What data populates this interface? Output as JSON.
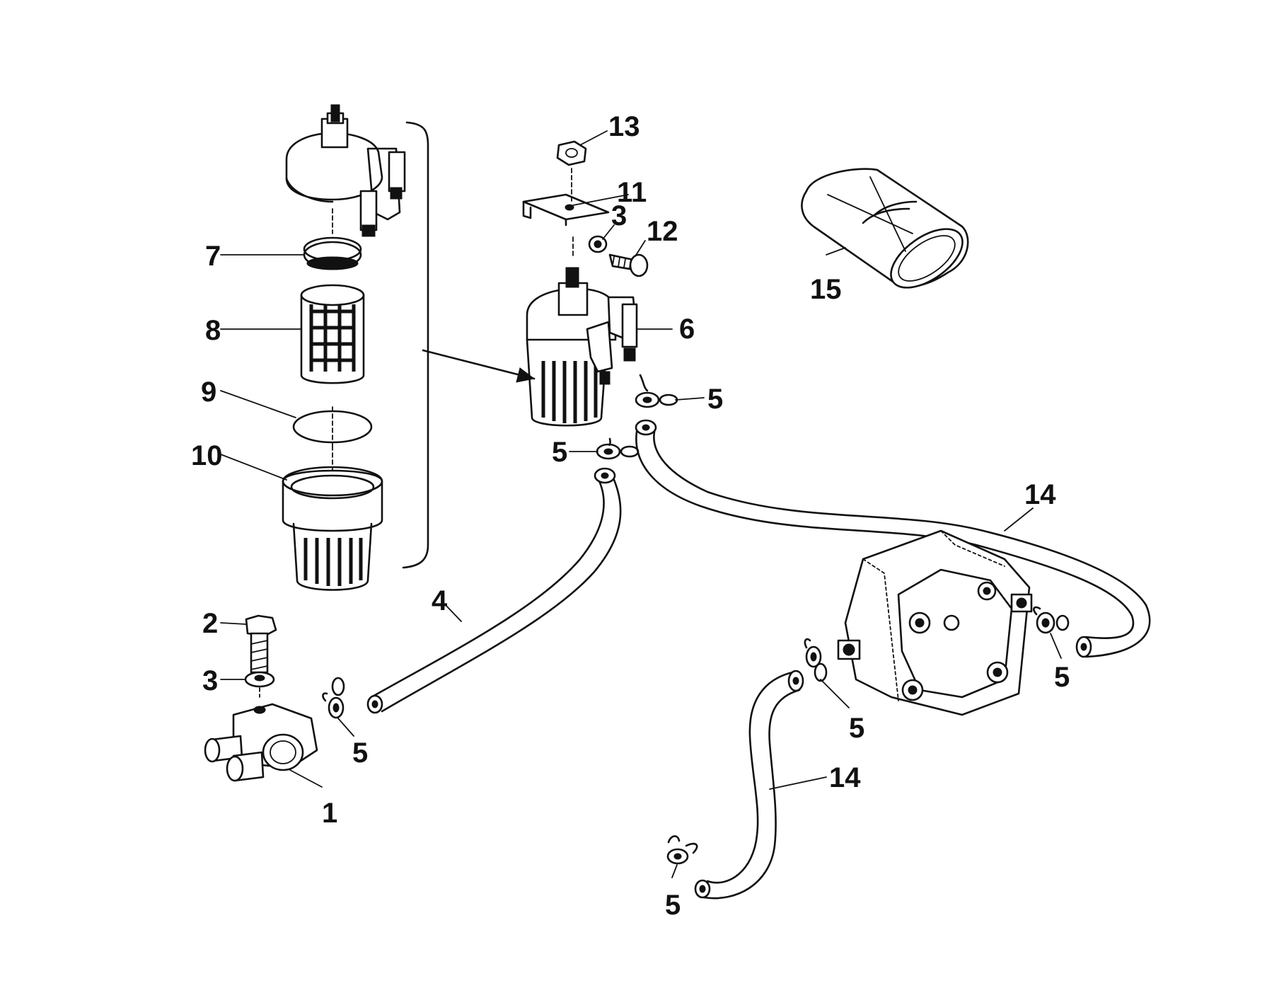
{
  "diagram": {
    "callouts": {
      "c1": "1",
      "c2": "2",
      "c3a": "3",
      "c3b": "3",
      "c4": "4",
      "c5a": "5",
      "c5b": "5",
      "c5c": "5",
      "c5d": "5",
      "c5e": "5",
      "c5f": "5",
      "c6": "6",
      "c7": "7",
      "c8": "8",
      "c9": "9",
      "c10": "10",
      "c11": "11",
      "c12": "12",
      "c13": "13",
      "c14a": "14",
      "c14b": "14",
      "c15": "15"
    }
  }
}
